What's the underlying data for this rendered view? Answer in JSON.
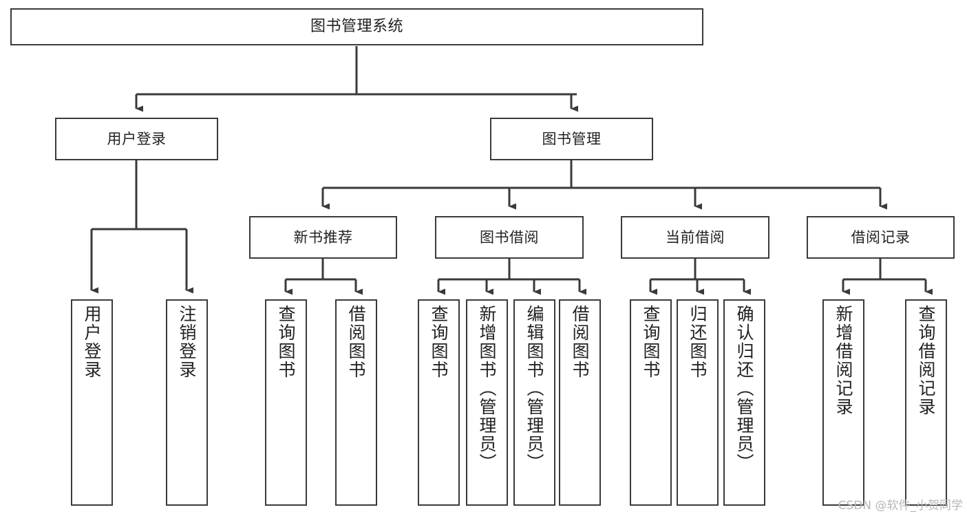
{
  "diagram": {
    "type": "tree",
    "title": "图书管理系统",
    "orientation": "top-down",
    "colors": {
      "background": "#ffffff",
      "box_border": "#3a3a3a",
      "box_fill": "#ffffff",
      "edge": "#3a3a3a",
      "text": "#222222",
      "watermark": "#b6b6b6"
    },
    "root": {
      "label": "图书管理系统"
    },
    "level2": [
      {
        "label": "用户登录"
      },
      {
        "label": "图书管理"
      }
    ],
    "level3": [
      {
        "label": "新书推荐"
      },
      {
        "label": "图书借阅"
      },
      {
        "label": "当前借阅"
      },
      {
        "label": "借阅记录"
      }
    ],
    "leaves": {
      "user_login": [
        {
          "label": "用户登录"
        },
        {
          "label": "注销登录"
        }
      ],
      "new_book_recommend": [
        {
          "label": "查询图书"
        },
        {
          "label": "借阅图书"
        }
      ],
      "book_borrow": [
        {
          "label": "查询图书"
        },
        {
          "label": "新增图书（管理员）"
        },
        {
          "label": "编辑图书（管理员）"
        },
        {
          "label": "借阅图书"
        }
      ],
      "current_borrow": [
        {
          "label": "查询图书"
        },
        {
          "label": "归还图书"
        },
        {
          "label": "确认归还（管理员）"
        }
      ],
      "borrow_record": [
        {
          "label": "新增借阅记录"
        },
        {
          "label": "查询借阅记录"
        }
      ]
    }
  },
  "watermark": {
    "text": "CSDN @软件_小贺同学"
  }
}
